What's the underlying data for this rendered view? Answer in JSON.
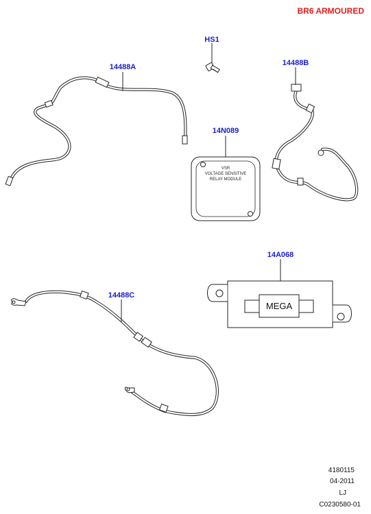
{
  "header": {
    "title": "BR6 ARMOURED"
  },
  "parts": {
    "hs1": {
      "label": "HS1"
    },
    "p14488a": {
      "label": "14488A"
    },
    "p14488b": {
      "label": "14488B"
    },
    "p14n089": {
      "label": "14N089",
      "module_text": [
        "VSR",
        "VOLTAGE SENSITIVE",
        "RELAY MODULE"
      ]
    },
    "p14a068": {
      "label": "14A068",
      "fuse_text": "MEGA"
    },
    "p14488c": {
      "label": "14488C"
    }
  },
  "footer": {
    "lines": [
      "4180115",
      "04-2011",
      "LJ",
      "C0230580-01"
    ]
  }
}
